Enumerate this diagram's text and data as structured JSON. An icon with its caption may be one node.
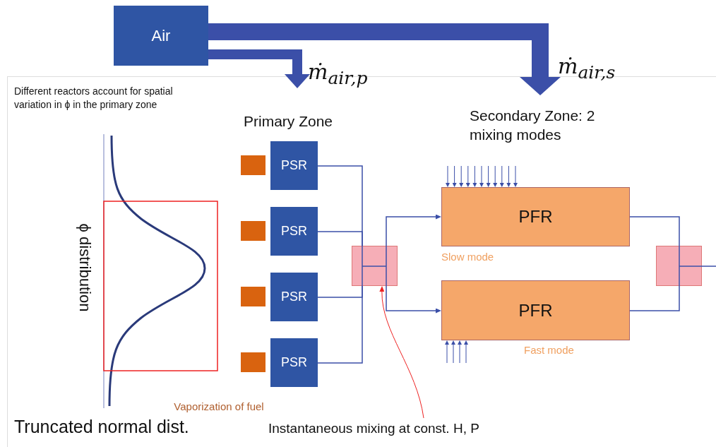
{
  "diagram": {
    "nodes": [
      {
        "text": [
          "Air"
        ]
      },
      {
        "text": [],
        "shape": "box"
      },
      {
        "text": [],
        "shape": "box"
      },
      {
        "text": [],
        "shape": "box"
      },
      {
        "text": [],
        "shape": "box"
      },
      {
        "text": [
          "PSR"
        ]
      },
      {
        "text": [
          "PSR"
        ]
      },
      {
        "text": [
          "PSR"
        ]
      },
      {
        "text": [
          "PSR"
        ]
      },
      {
        "text": [],
        "shape": "box"
      },
      {
        "text": [
          "PFR"
        ],
        "beside": [
          "Slow mode"
        ]
      },
      {
        "text": [
          "PFR"
        ],
        "beside": [
          "Fast mode"
        ]
      },
      {
        "text": [],
        "shape": "box"
      },
      {
        "text": [
          "Instantaneous mixing at const. H, P"
        ]
      }
    ],
    "edges": [
      {
        "from": 0,
        "to": null,
        "arrow": "to",
        "label": "ṁ$_{air,p}$",
        "style": "thick"
      },
      {
        "from": 0,
        "to": null,
        "arrow": "to",
        "label": "ṁ$_{air,s}$",
        "style": "thick"
      },
      {
        "from": 5,
        "to": 9,
        "arrow": "none"
      },
      {
        "from": 6,
        "to": 9,
        "arrow": "none"
      },
      {
        "from": 7,
        "to": 9,
        "arrow": "none"
      },
      {
        "from": 8,
        "to": 9,
        "arrow": "none"
      },
      {
        "from": 9,
        "to": 10,
        "arrow": "to"
      },
      {
        "from": 9,
        "to": 11,
        "arrow": "to"
      },
      {
        "from": null,
        "to": 10,
        "arrow": "to"
      },
      {
        "from": null,
        "to": 10,
        "arrow": "to"
      },
      {
        "from": null,
        "to": 10,
        "arrow": "to"
      },
      {
        "from": null,
        "to": 10,
        "arrow": "to"
      },
      {
        "from": null,
        "to": 10,
        "arrow": "to"
      },
      {
        "from": null,
        "to": 10,
        "arrow": "to"
      },
      {
        "from": null,
        "to": 10,
        "arrow": "to"
      },
      {
        "from": null,
        "to": 10,
        "arrow": "to"
      },
      {
        "from": null,
        "to": 10,
        "arrow": "to"
      },
      {
        "from": null,
        "to": 10,
        "arrow": "to"
      },
      {
        "from": null,
        "to": 10,
        "arrow": "to"
      },
      {
        "from": null,
        "to": 11,
        "arrow": "to"
      },
      {
        "from": null,
        "to": 11,
        "arrow": "to"
      },
      {
        "from": null,
        "to": 11,
        "arrow": "to"
      },
      {
        "from": null,
        "to": 11,
        "arrow": "to"
      },
      {
        "from": 10,
        "to": 12,
        "arrow": "none"
      },
      {
        "from": 11,
        "to": 12,
        "arrow": "none"
      },
      {
        "from": 12,
        "to": null,
        "arrow": "none"
      },
      {
        "from": 13,
        "to": 9,
        "arrow": "to",
        "color": "#ee2222"
      }
    ],
    "labels": [
      "Different reactors account for spatial variation in ϕ in the primary zone",
      "ϕ distribution",
      "Primary Zone",
      "Secondary Zone: 2 mixing modes",
      "Vaporization of fuel",
      "Truncated normal dist."
    ]
  }
}
